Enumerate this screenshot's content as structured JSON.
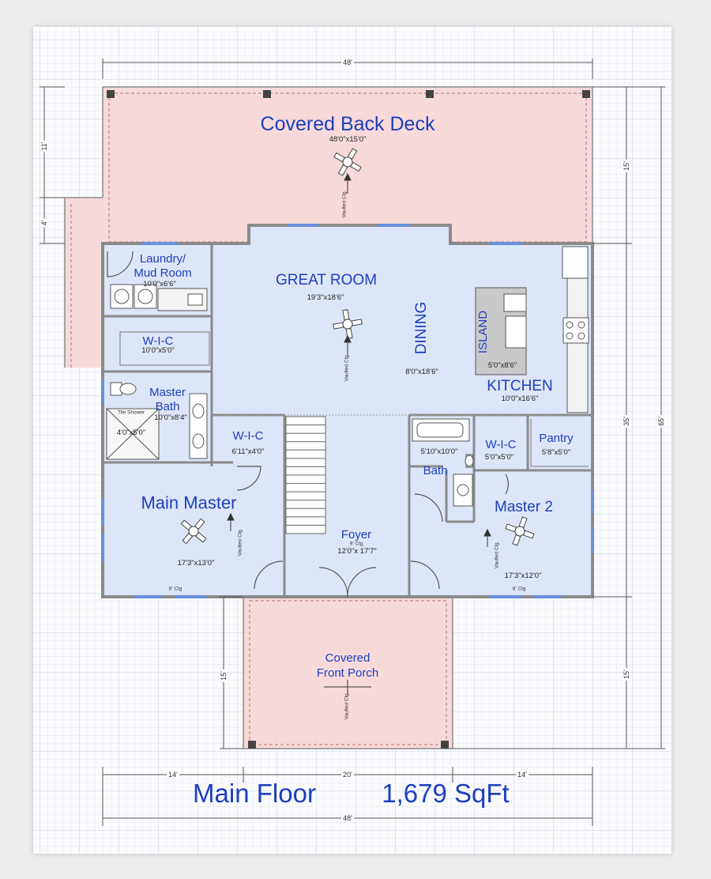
{
  "plan": {
    "title": "Main Floor",
    "area": "1,679 SqFt"
  },
  "rooms": {
    "back_deck": {
      "name": "Covered Back Deck",
      "size": "48'0\"x15'0\""
    },
    "laundry": {
      "name_line1": "Laundry/",
      "name_line2": "Mud Room",
      "size": "10'0\"x6'6\""
    },
    "great_room": {
      "name": "GREAT ROOM",
      "size": "19'3\"x18'6\""
    },
    "dining": {
      "name": "DINING",
      "size": "8'0\"x18'6\""
    },
    "island": {
      "name": "ISLAND",
      "size": "5'0\"x8'6\""
    },
    "kitchen": {
      "name": "KITCHEN",
      "size": "10'0\"x16'6\""
    },
    "wic_master_bath": {
      "name": "W-I-C",
      "size": "10'0\"x5'0\""
    },
    "master_bath": {
      "name_line1": "Master",
      "name_line2": "Bath",
      "size": "10'0\"x8'4\""
    },
    "tile_shower": {
      "name": "Tile Shower",
      "size": "4'0\"x5'0\""
    },
    "wic_main": {
      "name": "W-I-C",
      "size": "6'11\"x4'0\""
    },
    "main_master": {
      "name": "Main Master",
      "size": "17'3\"x13'0\"",
      "ceiling": "8' Clg"
    },
    "foyer": {
      "name": "Foyer",
      "ceiling": "9' Clg",
      "size": "12'0\"x 17'7\""
    },
    "bath": {
      "name": "Bath",
      "size": "5'10\"x10'0\""
    },
    "wic_master2": {
      "name": "W-I-C",
      "size": "5'0\"x5'0\""
    },
    "pantry": {
      "name": "Pantry",
      "size": "5'8\"x5'0\""
    },
    "master2": {
      "name": "Master 2",
      "size": "17'3\"x12'0\"",
      "ceiling": "8' Clg"
    },
    "front_porch": {
      "name_line1": "Covered",
      "name_line2": "Front Porch"
    }
  },
  "annotations": {
    "vaulted": "Vaulted",
    "clg": "Clg."
  },
  "dimensions": {
    "top_width": "48'",
    "bottom_width": "48'",
    "bottom_left": "14'",
    "bottom_center": "20'",
    "bottom_right": "14'",
    "left_deck": "11'",
    "left_step": "4'",
    "left_porch": "15'",
    "right_deck": "15'",
    "right_house": "35'",
    "right_total": "65'",
    "right_porch": "15'"
  },
  "colors": {
    "room_fill": "#dde6f8",
    "deck_fill": "#f8d4d4",
    "wall": "#8a8a8a",
    "label_blue": "#1c3fbf",
    "window_blue": "#6a8fe0",
    "grid": "#d7e0ee"
  }
}
